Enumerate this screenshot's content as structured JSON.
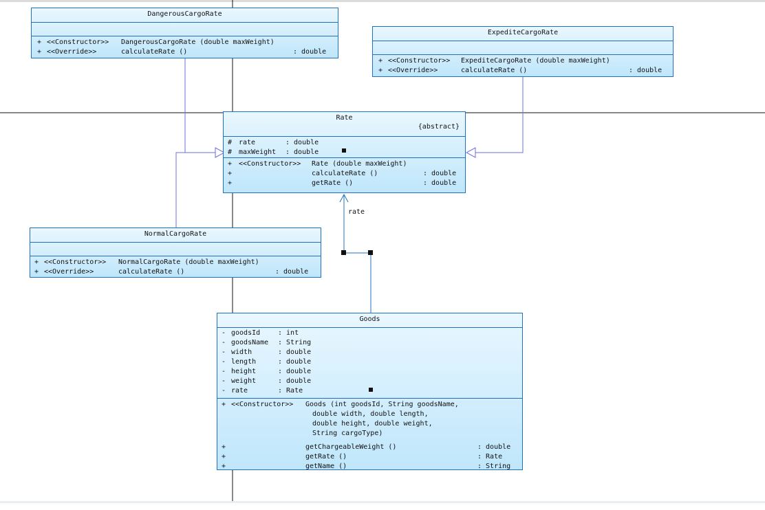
{
  "classes": {
    "dangerous": {
      "name": "DangerousCargoRate",
      "attributes": [],
      "operations": [
        {
          "vis": "+",
          "stereo": "<<Constructor>>",
          "sig": "DangerousCargoRate (double maxWeight)",
          "type": ""
        },
        {
          "vis": "+",
          "stereo": "<<Override>>",
          "sig": "calculateRate ()",
          "type": ": double"
        }
      ]
    },
    "expedite": {
      "name": "ExpediteCargoRate",
      "attributes": [],
      "operations": [
        {
          "vis": "+",
          "stereo": "<<Constructor>>",
          "sig": "ExpediteCargoRate (double maxWeight)",
          "type": ""
        },
        {
          "vis": "+",
          "stereo": "<<Override>>",
          "sig": "calculateRate ()",
          "type": ": double"
        }
      ]
    },
    "rate": {
      "name": "Rate",
      "stereotype": "{abstract}",
      "attributes": [
        {
          "vis": "#",
          "name": "rate",
          "type": ": double"
        },
        {
          "vis": "#",
          "name": "maxWeight",
          "type": ": double"
        }
      ],
      "operations": [
        {
          "vis": "+",
          "stereo": "<<Constructor>>",
          "sig": "Rate (double maxWeight)",
          "type": ""
        },
        {
          "vis": "+",
          "stereo": "",
          "sig": "calculateRate ()",
          "type": ": double"
        },
        {
          "vis": "+",
          "stereo": "",
          "sig": "getRate ()",
          "type": ": double"
        }
      ]
    },
    "normal": {
      "name": "NormalCargoRate",
      "attributes": [],
      "operations": [
        {
          "vis": "+",
          "stereo": "<<Constructor>>",
          "sig": "NormalCargoRate (double maxWeight)",
          "type": ""
        },
        {
          "vis": "+",
          "stereo": "<<Override>>",
          "sig": "calculateRate ()",
          "type": ": double"
        }
      ]
    },
    "goods": {
      "name": "Goods",
      "attributes": [
        {
          "vis": "-",
          "name": "goodsId",
          "type": ": int"
        },
        {
          "vis": "-",
          "name": "goodsName",
          "type": ": String"
        },
        {
          "vis": "-",
          "name": "width",
          "type": ": double"
        },
        {
          "vis": "-",
          "name": "length",
          "type": ": double"
        },
        {
          "vis": "-",
          "name": "height",
          "type": ": double"
        },
        {
          "vis": "-",
          "name": "weight",
          "type": ": double"
        },
        {
          "vis": "-",
          "name": "rate",
          "type": ": Rate"
        }
      ],
      "operations": [
        {
          "vis": "+",
          "stereo": "<<Constructor>>",
          "sig": "Goods (int goodsId, String goodsName,",
          "type": ""
        },
        {
          "vis": "",
          "stereo": "",
          "sig": " double width, double length,",
          "type": ""
        },
        {
          "vis": "",
          "stereo": "",
          "sig": " double height, double weight,",
          "type": ""
        },
        {
          "vis": "",
          "stereo": "",
          "sig": " String cargoType)",
          "type": ""
        },
        {
          "vis": "+",
          "stereo": "",
          "sig": "getChargeableWeight ()",
          "type": ": double"
        },
        {
          "vis": "+",
          "stereo": "",
          "sig": "getRate ()",
          "type": ": Rate"
        },
        {
          "vis": "+",
          "stereo": "",
          "sig": "getName ()",
          "type": ": String"
        }
      ]
    }
  },
  "association": {
    "role": "rate"
  },
  "colors": {
    "border": "#1f6fbf",
    "fill_top": "#e9f7ff",
    "fill_bottom": "#bfe6fb",
    "relation": "#6f6fe0",
    "frame_line": "#111111"
  }
}
